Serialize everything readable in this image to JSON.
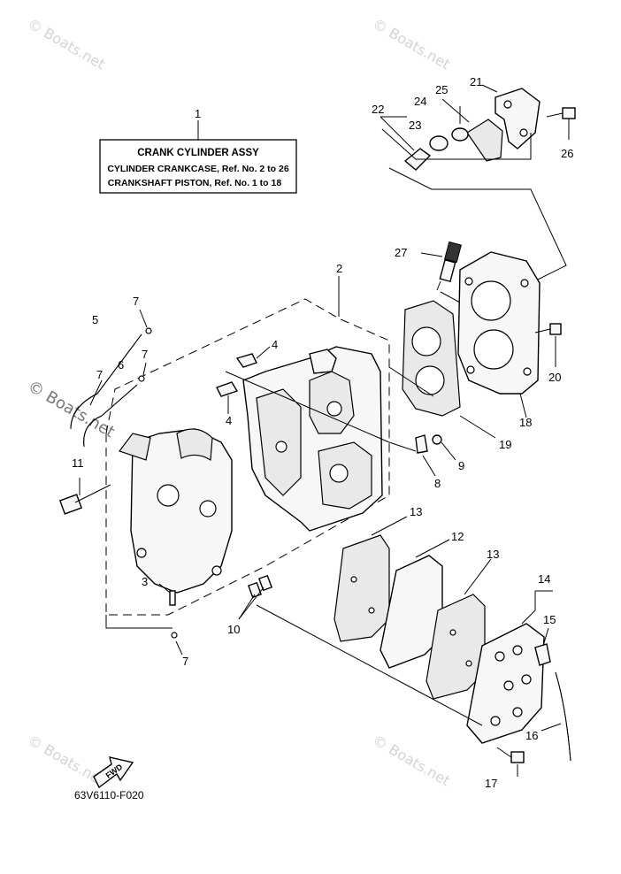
{
  "watermarks": [
    "© Boats.net",
    "© Boats.net",
    "© Boats.net",
    "© Boats.net",
    "© Boats.net"
  ],
  "label_box": {
    "title": "CRANK CYLINDER ASSY",
    "line1": "CYLINDER CRANKCASE,  Ref. No. 2 to 26",
    "line2": "CRANKSHAFT PISTON,  Ref. No. 1 to 18"
  },
  "callouts": {
    "c1": "1",
    "c2": "2",
    "c3": "3",
    "c4a": "4",
    "c4b": "4",
    "c5": "5",
    "c6": "6",
    "c7a": "7",
    "c7b": "7",
    "c7c": "7",
    "c7d": "7",
    "c8": "8",
    "c9": "9",
    "c10": "10",
    "c11": "11",
    "c12": "12",
    "c13a": "13",
    "c13b": "13",
    "c14": "14",
    "c15": "15",
    "c16": "16",
    "c17": "17",
    "c18": "18",
    "c19": "19",
    "c20": "20",
    "c21": "21",
    "c22": "22",
    "c23": "23",
    "c24": "24",
    "c25": "25",
    "c26": "26",
    "c27": "27"
  },
  "fwd_label": "FWD",
  "diagram_code": "63V6110-F020"
}
